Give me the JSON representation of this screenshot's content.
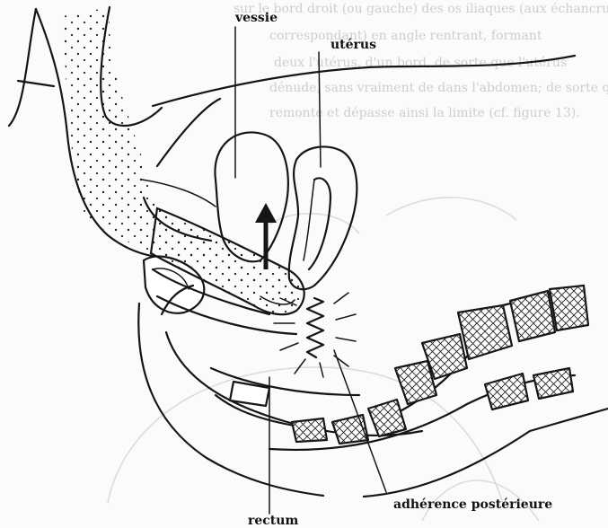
{
  "labels": {
    "vessie": "vessie",
    "uterus": "utérus",
    "rectum": "rectum",
    "adherence": "adhérence postérieure"
  },
  "bleed_through_text": {
    "line1": "sur le bord droit (ou gauche) des os iliaques (aux échancrures",
    "line2": "correspondant) en angle rentrant, formant",
    "line3": "deux l'utérus, d'un bord, de sorte que l'utérus",
    "line4": "dénude, sans vraiment de dans l'abdomen; de sorte que l'utérus",
    "line5": "remonte et dépasse ainsi la limite (cf. figure 13)."
  },
  "colors": {
    "ink": "#151515",
    "paper": "#fbfbf9",
    "ghost_ink": "#a9a9a9"
  }
}
